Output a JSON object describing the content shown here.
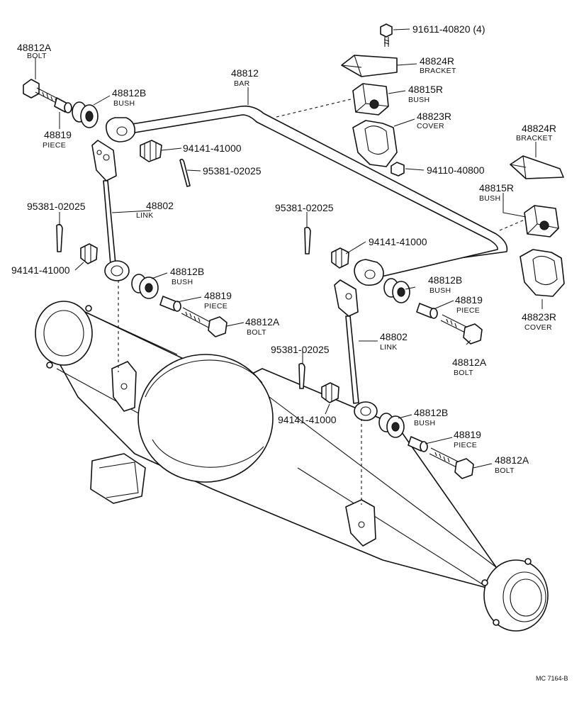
{
  "diagram_ref": "MC  7164-B",
  "labels": {
    "bolt_tl": {
      "pn": "48812A",
      "nm": "BOLT"
    },
    "bar": {
      "pn": "48812",
      "nm": "BAR"
    },
    "bush_tl": {
      "pn": "48812B",
      "nm": "BUSH"
    },
    "piece_tl": {
      "pn": "48819",
      "nm": "PIECE"
    },
    "nut_tl": {
      "pn": "94141-41000"
    },
    "pin_tl": {
      "pn": "95381-02025"
    },
    "link_l": {
      "pn": "48802",
      "nm": "LINK"
    },
    "pin_l": {
      "pn": "95381-02025"
    },
    "nut_l": {
      "pn": "94141-41000"
    },
    "bush_l": {
      "pn": "48812B",
      "nm": "BUSH"
    },
    "piece_l": {
      "pn": "48819",
      "nm": "PIECE"
    },
    "bolt_l": {
      "pn": "48812A",
      "nm": "BOLT"
    },
    "screw_top": {
      "pn": "91611-40820 (4)"
    },
    "bracket_top": {
      "pn": "48824R",
      "nm": "BRACKET"
    },
    "bush_top": {
      "pn": "48815R",
      "nm": "BUSH"
    },
    "cover_top": {
      "pn": "48823R",
      "nm": "COVER"
    },
    "bracket_r": {
      "pn": "48824R",
      "nm": "BRACKET"
    },
    "nut_r": {
      "pn": "94110-40800"
    },
    "bush_r": {
      "pn": "48815R",
      "nm": "BUSH"
    },
    "cover_r": {
      "pn": "48823R",
      "nm": "COVER"
    },
    "pin_m": {
      "pn": "95381-02025"
    },
    "nut_m": {
      "pn": "94141-41000"
    },
    "bush_m": {
      "pn": "48812B",
      "nm": "BUSH"
    },
    "piece_m": {
      "pn": "48819",
      "nm": "PIECE"
    },
    "bolt_m": {
      "pn": "48812A",
      "nm": "BOLT"
    },
    "link_m": {
      "pn": "48802",
      "nm": "LINK"
    },
    "pin_lm": {
      "pn": "95381-02025"
    },
    "nut_lm": {
      "pn": "94141-41000"
    },
    "bush_b": {
      "pn": "48812B",
      "nm": "BUSH"
    },
    "piece_b": {
      "pn": "48819",
      "nm": "PIECE"
    },
    "bolt_b": {
      "pn": "48812A",
      "nm": "BOLT"
    }
  }
}
